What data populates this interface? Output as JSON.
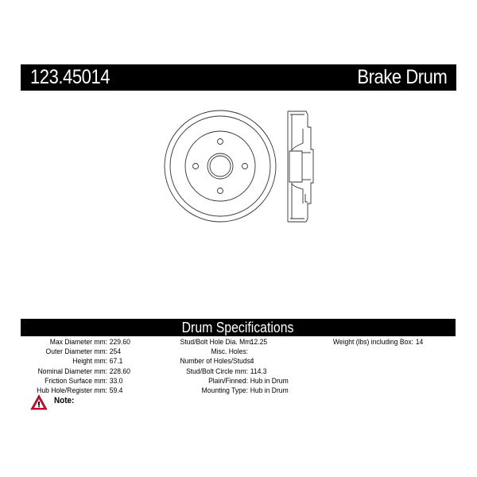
{
  "header": {
    "part_number": "123.45014",
    "part_type": "Brake Drum"
  },
  "drawing": {
    "front_view": "brake-drum-front-view",
    "side_view": "brake-drum-side-profile",
    "stud_holes": 4
  },
  "specs": {
    "title": "Drum Specifications",
    "column1": [
      {
        "label": "Max Diameter mm:",
        "value": "229.60"
      },
      {
        "label": "Outer Diameter mm:",
        "value": "254"
      },
      {
        "label": "Height mm:",
        "value": "67.1"
      },
      {
        "label": "Nominal Diameter mm:",
        "value": "228.60"
      },
      {
        "label": "Friction Surface mm:",
        "value": "33.0"
      },
      {
        "label": "Hub Hole/Register mm:",
        "value": "59.4"
      }
    ],
    "column2": [
      {
        "label": "Stud/Bolt Hole Dia. Mm:",
        "value": "12.25"
      },
      {
        "label": "Misc. Holes:",
        "value": ""
      },
      {
        "label": "Number of Holes/Studs:",
        "value": "4"
      },
      {
        "label": "Stud/Bolt Circle mm:",
        "value": "114.3"
      },
      {
        "label": "Plain/Finned:",
        "value": "Hub in Drum"
      },
      {
        "label": "Mounting Type:",
        "value": "Hub in Drum"
      }
    ],
    "column3": [
      {
        "label": "Weight (lbs) including Box:",
        "value": "14"
      }
    ]
  },
  "note": {
    "icon": "warning-triangle-icon",
    "label": "Note:"
  },
  "colors": {
    "bar_background": "#000000",
    "bar_text": "#ffffff",
    "warning_red": "#c8102e"
  }
}
